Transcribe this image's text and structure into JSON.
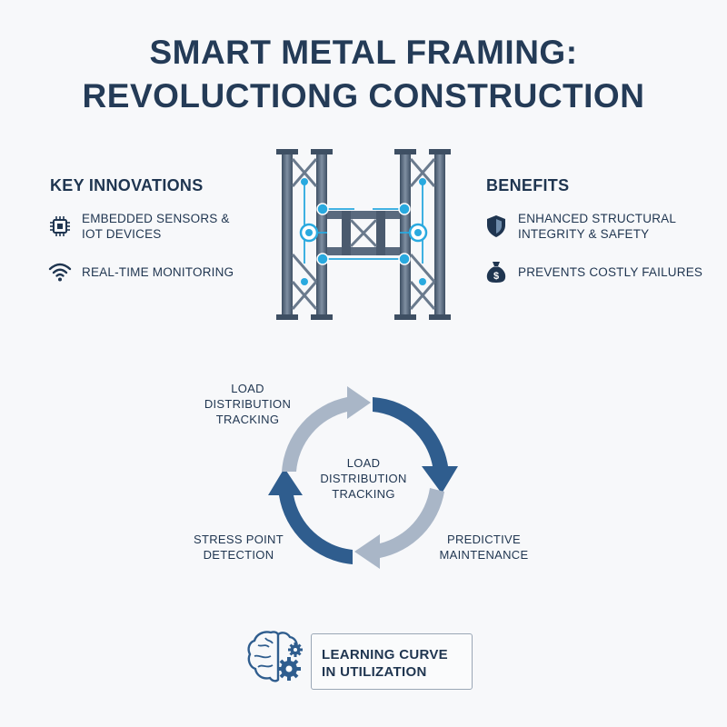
{
  "title": {
    "line1": "SMART METAL FRAMING:",
    "line2": "REVOLUCTIONG CONSTRUCTION"
  },
  "innovations": {
    "heading": "KEY INNOVATIONS",
    "items": [
      {
        "label": "EMBEDDED SENSORS &\nIOT DEVICES",
        "icon": "chip-icon"
      },
      {
        "label": "REAL-TIME MONITORING",
        "icon": "wifi-icon"
      }
    ]
  },
  "benefits": {
    "heading": "BENEFITS",
    "items": [
      {
        "label": "ENHANCED STRUCTURAL\nINTEGRITY & SAFETY",
        "icon": "shield-icon"
      },
      {
        "label": "PREVENTS COSTLY FAILURES",
        "icon": "money-bag-icon"
      }
    ]
  },
  "cycle": {
    "center": "LOAD\nDISTRIBUTION\nTRACKING",
    "top_left": "LOAD\nDISTRIBUTION\nTRACKING",
    "bottom_left": "STRESS POINT\nDETECTION",
    "bottom_right": "PREDICTIVE\nMAINTENANCE"
  },
  "footer": {
    "label": "LEARNING CURVE\nIN UTILIZATION",
    "icon": "brain-gears-icon"
  },
  "colors": {
    "dark_blue": "#2f5d8e",
    "light_blue": "#a9b6c7",
    "sensor_cyan": "#29a9df",
    "steel": "#556578"
  }
}
